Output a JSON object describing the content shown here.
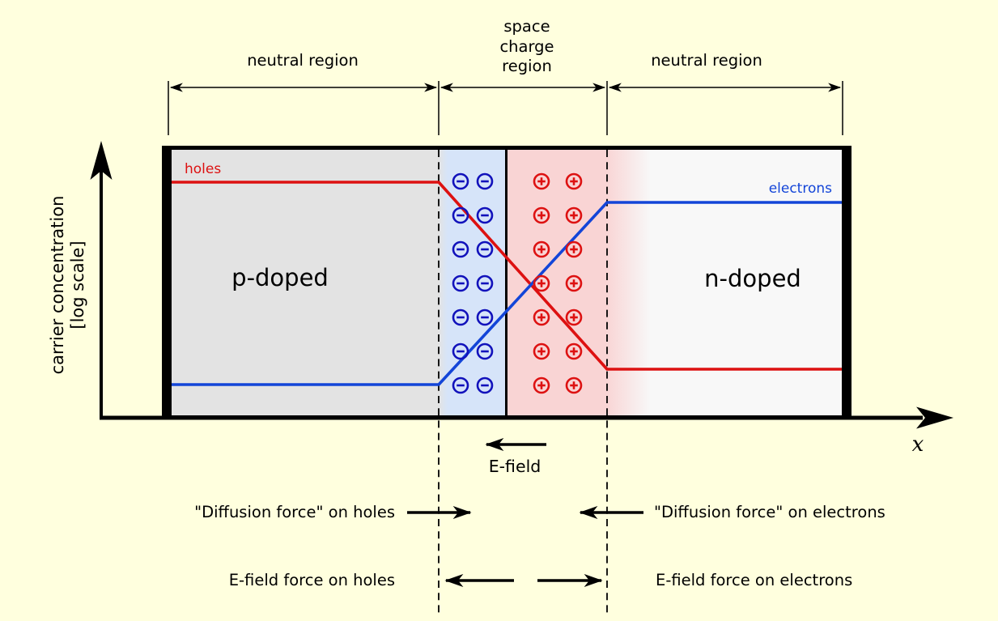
{
  "dimension_labels": {
    "left_neutral": "neutral region",
    "space_charge": "space\ncharge\nregion",
    "right_neutral": "neutral region"
  },
  "axis": {
    "y_label": "carrier concentration\n[log scale]",
    "x_label": "x"
  },
  "box": {
    "p_region_label": "p-doped",
    "n_region_label": "n-doped"
  },
  "curves": {
    "holes_label": "holes",
    "electrons_label": "electrons"
  },
  "annotations": {
    "e_field_label": "E-field",
    "diffusion_on_holes": "\"Diffusion force\" on holes",
    "diffusion_on_electrons": "\"Diffusion force\" on electrons",
    "e_field_on_holes": "E-field force on holes",
    "e_field_on_electrons": "E-field force on electrons"
  },
  "icons": {
    "negative_charge": "circled-minus",
    "positive_charge": "circled-plus"
  },
  "colors": {
    "background": "#FFFFDE",
    "p_region": "#E3E3E3",
    "negative_band": "#D6E4F9",
    "positive_band": "#F9D4D4",
    "n_region": "#F8F8F8",
    "holes_line": "#DD1111",
    "electrons_line": "#1345D8",
    "negative_charge": "#1111BB",
    "positive_charge": "#DD1111",
    "diagram_black": "#000000"
  }
}
